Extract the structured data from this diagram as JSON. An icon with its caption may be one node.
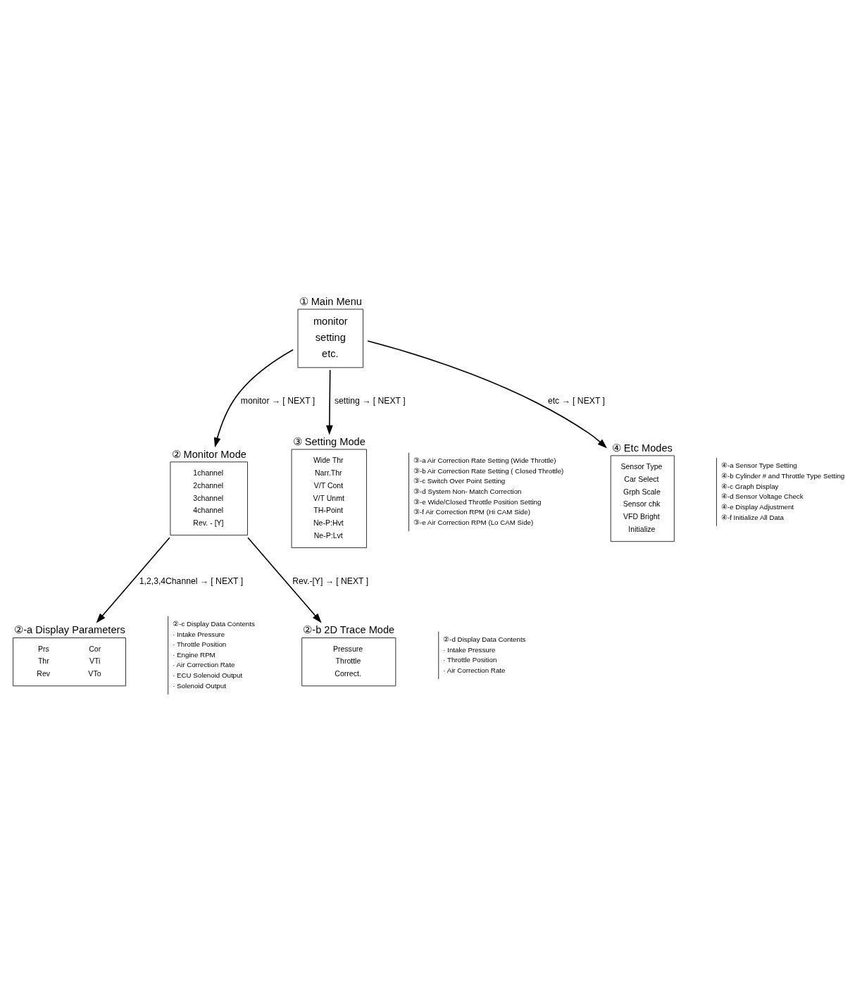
{
  "diagram": {
    "nodes": [
      {
        "text": [
          "① Main Menu",
          "monitor",
          "setting",
          "etc."
        ]
      },
      {
        "text": [
          "② Monitor Mode",
          "1channel",
          "2channel",
          "3channel",
          "4channel",
          "Rev. - [Y]"
        ]
      },
      {
        "text": [
          "③ Setting Mode",
          "Wide Thr",
          "Narr.Thr",
          "V/T Cont",
          "V/T Unmt",
          "TH-Point",
          "Ne-P:Hvt",
          "Ne-P:Lvt"
        ],
        "beside": [
          "③-a Air Correction Rate Setting (Wide Throttle)",
          "③-b Air Correction Rate Setting ( Closed Throttle)",
          "③-c Switch Over Point Setting",
          "③-d System Non- Match Correction",
          "③-e Wide/Closed Throttle Position Setting",
          "③-f Air Correction RPM (Hi CAM Side)",
          "③-e Air Correction RPM (Lo CAM Side)"
        ]
      },
      {
        "text": [
          "④ Etc Modes",
          "Sensor Type",
          "Car Select",
          "Grph Scale",
          "Sensor chk",
          "VFD Bright",
          "Initialize"
        ],
        "beside": [
          "④-a Sensor Type Setting",
          "④-b Cylinder # and Throttle Type Setting",
          "④-c Graph Display",
          "④-d Sensor Voltage Check",
          "④-e Display Adjustment",
          "④-f Initialize All Data"
        ]
      },
      {
        "text": [
          "②-a Display Parameters",
          "Prs",
          "Cor",
          "Thr",
          "VTi",
          "Rev",
          "VTo"
        ],
        "beside": [
          "②-c Display Data Contents",
          "· Intake Pressure",
          "· Throttle Position",
          "· Engine RPM",
          "· Air Correction Rate",
          "· ECU Solenoid Output",
          "· Solenoid Output"
        ]
      },
      {
        "text": [
          "②-b 2D Trace Mode",
          "Pressure",
          "Throttle",
          "Correct."
        ],
        "beside": [
          "②-d Display Data Contents",
          "· Intake Pressure",
          "· Throttle Position",
          "· Air Correction Rate"
        ]
      }
    ],
    "edges": [
      {
        "from": 0,
        "to": 1,
        "arrow": "to",
        "label": "monitor → [ NEXT ]"
      },
      {
        "from": 0,
        "to": 2,
        "arrow": "to",
        "label": "setting → [ NEXT ]"
      },
      {
        "from": 0,
        "to": 3,
        "arrow": "to",
        "label": "etc → [ NEXT ]"
      },
      {
        "from": 1,
        "to": 4,
        "arrow": "to",
        "label": "1,2,3,4Channel → [ NEXT ]"
      },
      {
        "from": 1,
        "to": 5,
        "arrow": "to",
        "label": "Rev.-[Y] → [ NEXT ]"
      }
    ]
  }
}
